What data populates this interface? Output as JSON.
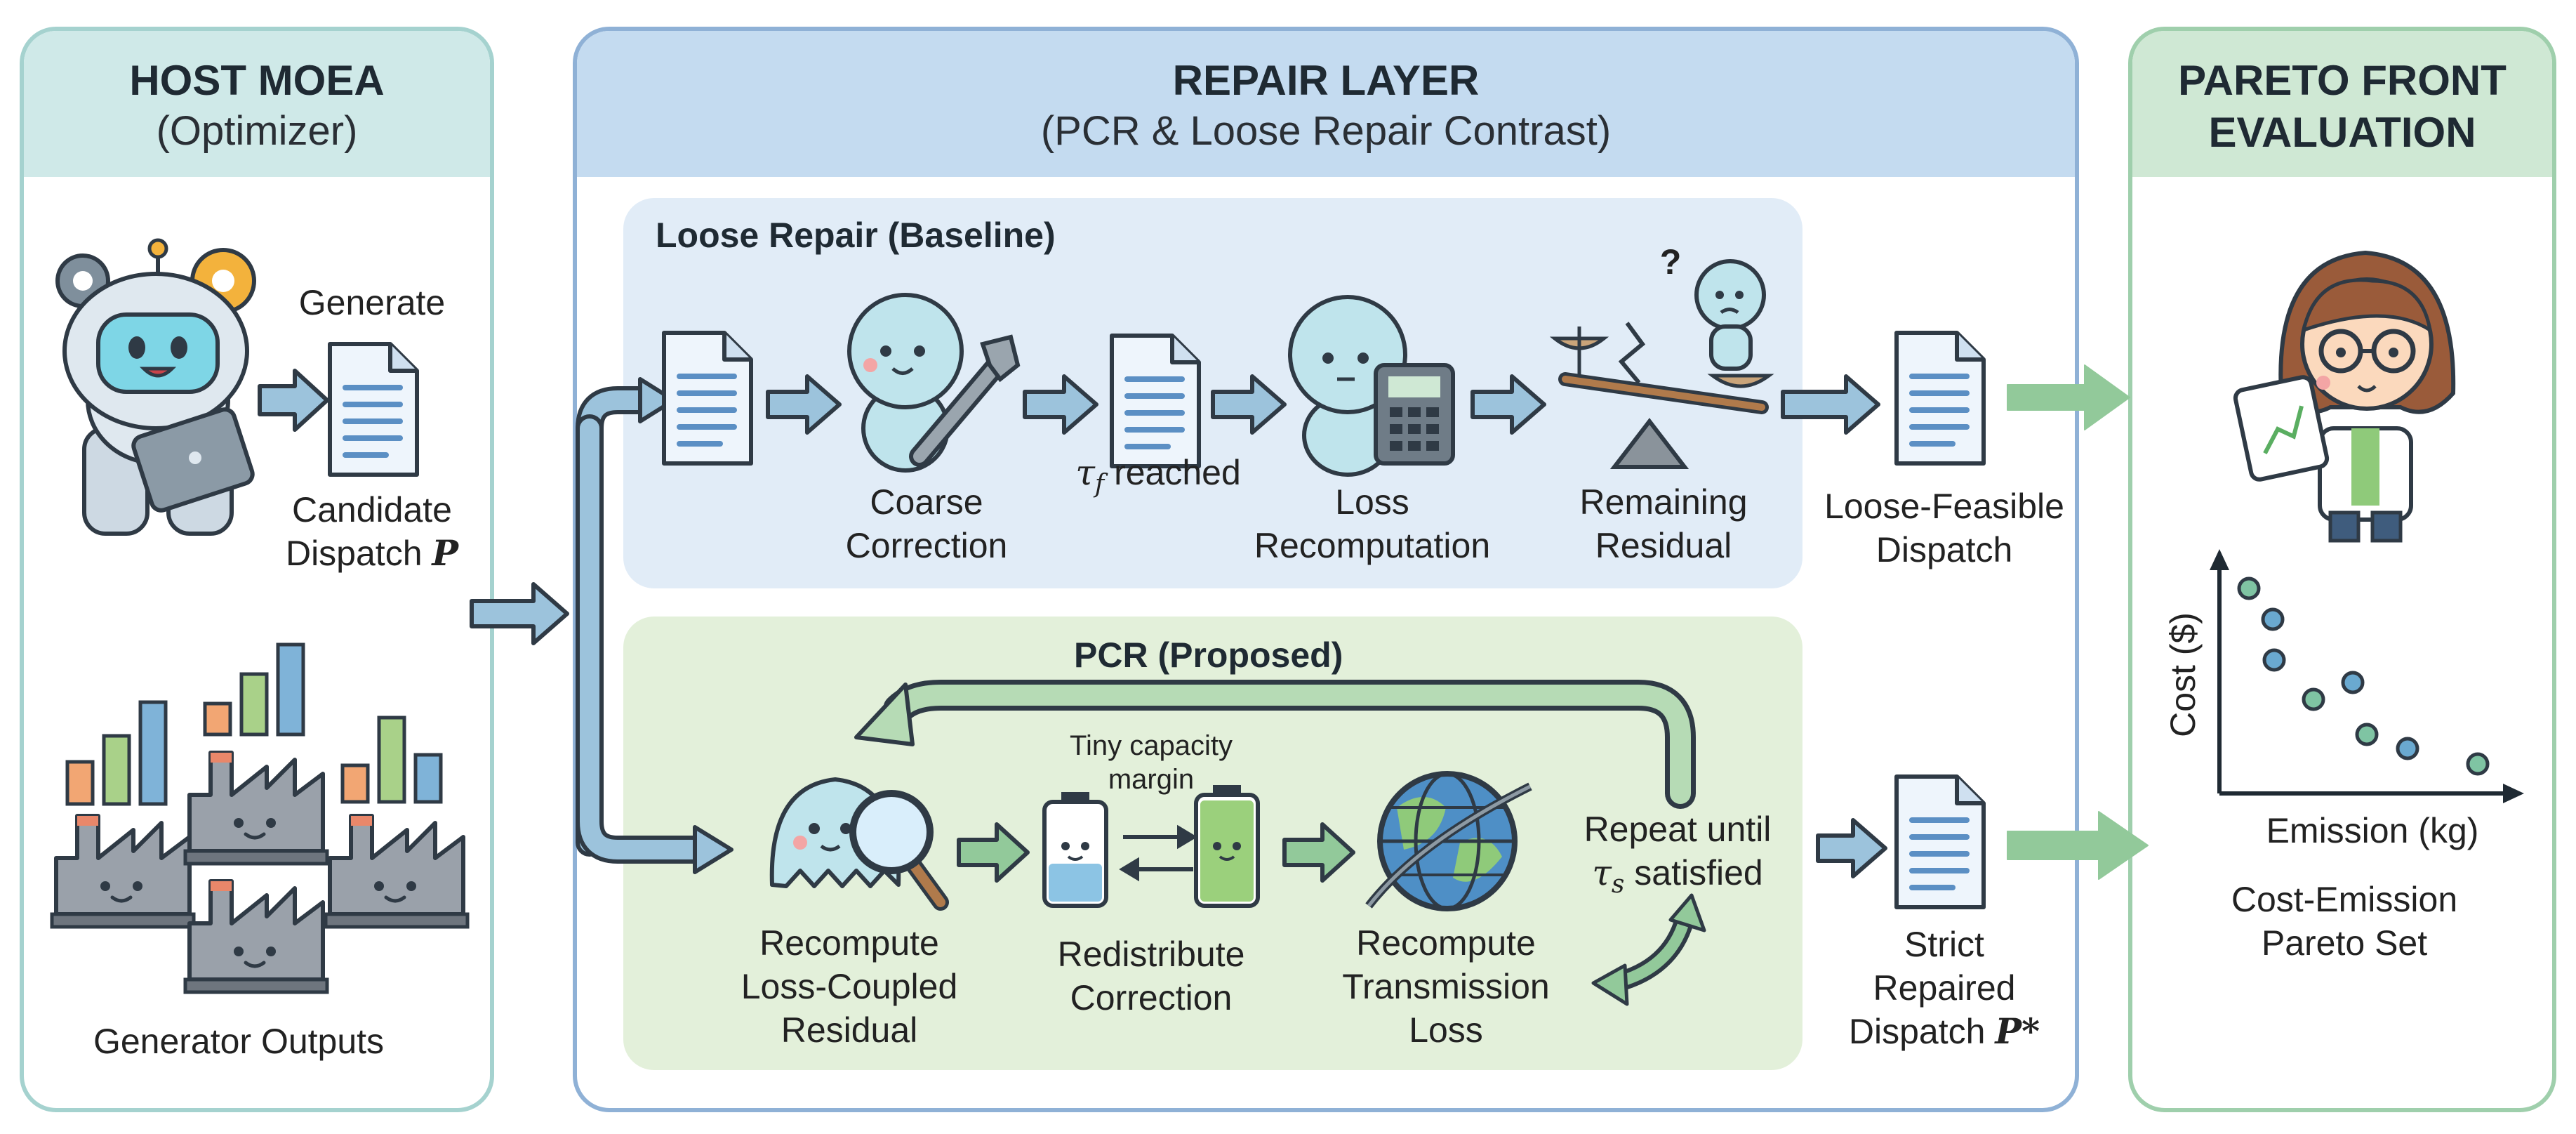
{
  "host": {
    "title": "HOST MOEA",
    "subtitle": "(Optimizer)",
    "generate": "Generate",
    "candidate_line1": "Candidate",
    "candidate_line2": "Dispatch",
    "candidate_symbol": "P",
    "generator_outputs": "Generator Outputs"
  },
  "repair": {
    "title": "REPAIR LAYER",
    "subtitle": "(PCR & Loose Repair Contrast)",
    "loose": {
      "title": "Loose Repair (Baseline)",
      "coarse_1": "Coarse",
      "coarse_2": "Correction",
      "tau_symbol": "τ",
      "tau_sub": "f",
      "tau_text": " reached",
      "loss_1": "Loss",
      "loss_2": "Recomputation",
      "remaining_1": "Remaining",
      "remaining_2": "Residual",
      "question": "?",
      "output_1": "Loose-Feasible",
      "output_2": "Dispatch"
    },
    "pcr": {
      "title": "PCR (Proposed)",
      "recompute_1": "Recompute",
      "recompute_2": "Loss-Coupled",
      "recompute_3": "Residual",
      "margin_1": "Tiny capacity",
      "margin_2": "margin",
      "redistribute_1": "Redistribute",
      "redistribute_2": "Correction",
      "transmission_1": "Recompute",
      "transmission_2": "Transmission",
      "transmission_3": "Loss",
      "repeat_1": "Repeat until",
      "repeat_tau": "τ",
      "repeat_sub": "s",
      "repeat_2": " satisfied",
      "output_1": "Strict",
      "output_2": "Repaired",
      "output_3": "Dispatch",
      "output_symbol": "P*"
    }
  },
  "pareto": {
    "title_1": "PARETO FRONT",
    "title_2": "EVALUATION",
    "ylabel": "Cost ($)",
    "xlabel": "Emission (kg)",
    "set_1": "Cost-Emission",
    "set_2": "Pareto Set"
  },
  "colors": {
    "host_border": "#a5d2cf",
    "host_header": "#cfe9e8",
    "repair_border": "#8fb1d6",
    "repair_header": "#c4dbf0",
    "loose_bg": "#e1ecf7",
    "pcr_bg": "#e3f0da",
    "pareto_border": "#9fcfac",
    "pareto_header": "#cfe8d4",
    "blue_arrow": "#9cc3dc",
    "green_arrow": "#92c99a"
  }
}
